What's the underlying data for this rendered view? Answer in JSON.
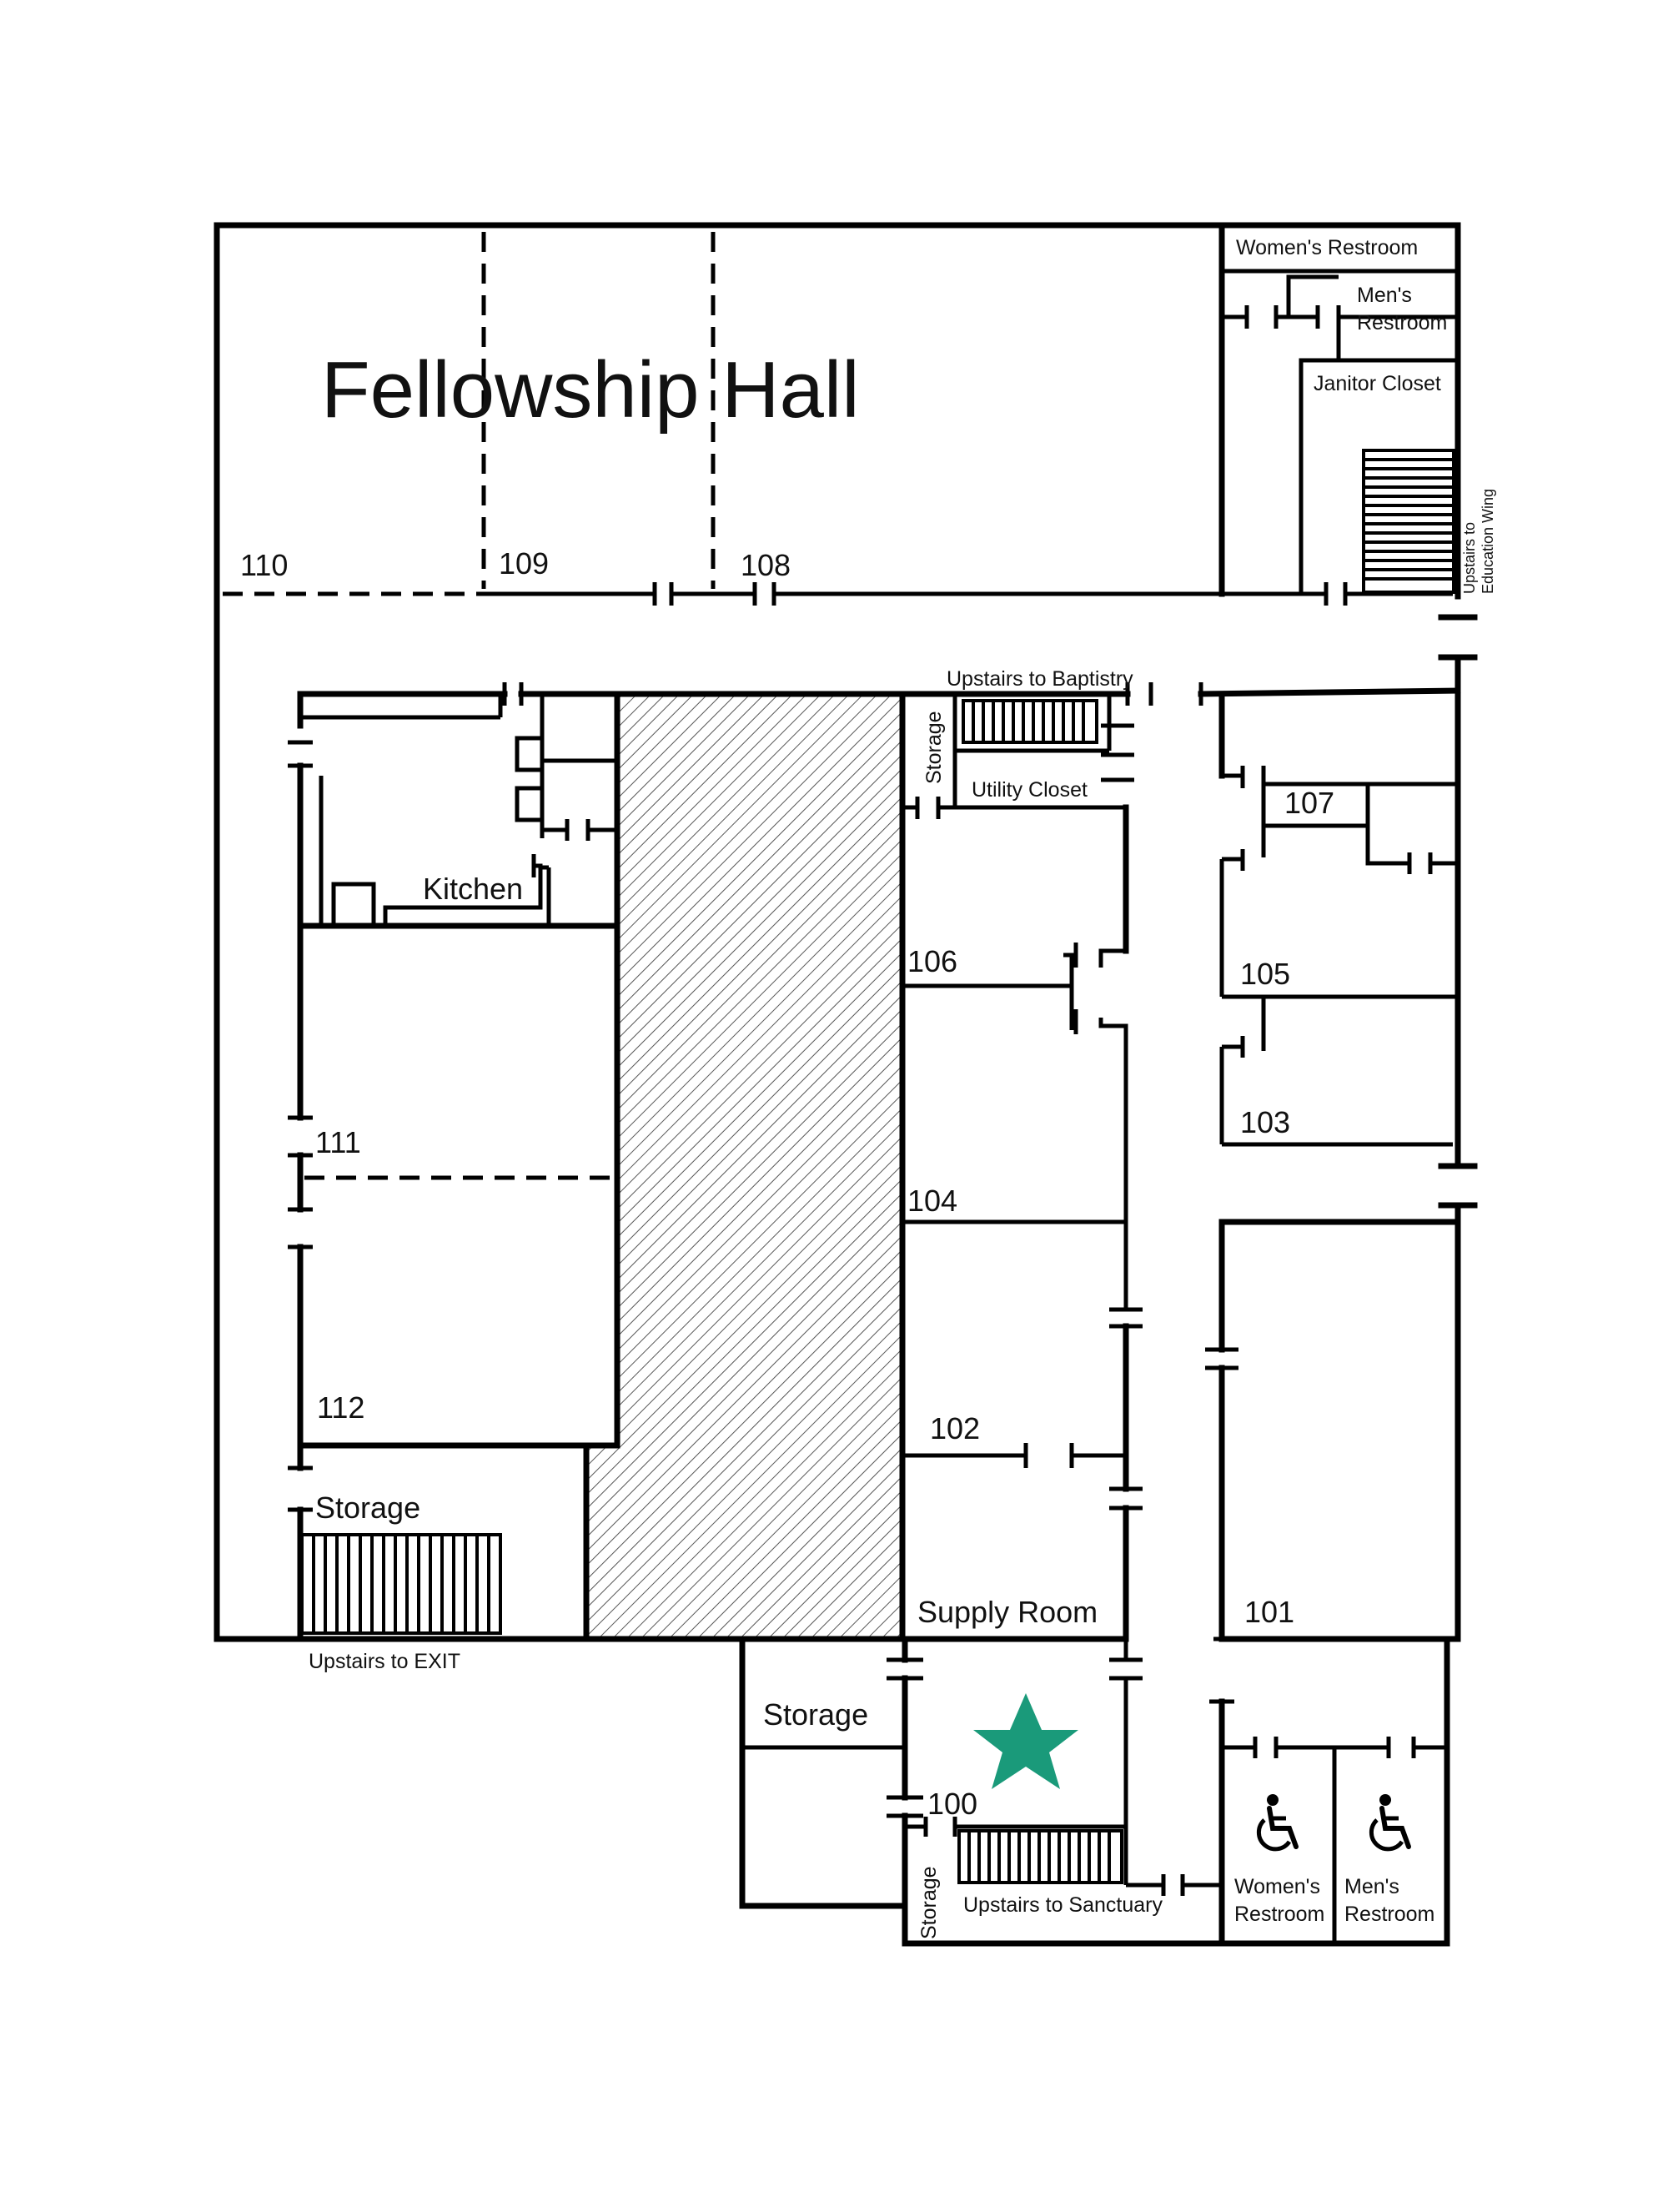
{
  "map": {
    "title": "Fellowship Hall",
    "rooms": {
      "r110": "110",
      "r109": "109",
      "r108": "108",
      "r107": "107",
      "r106": "106",
      "r105": "105",
      "r104": "104",
      "r103": "103",
      "r102": "102",
      "r101": "101",
      "r100": "100",
      "r111": "111",
      "r112": "112"
    },
    "labels": {
      "womens_restroom_top": "Women's Restroom",
      "mens_restroom_top_1": "Men's",
      "mens_restroom_top_2": "Restroom",
      "janitor_closet": "Janitor Closet",
      "upstairs_education_1": "Upstairs to",
      "upstairs_education_2": "Education Wing",
      "upstairs_baptistry": "Upstairs to Baptistry",
      "storage_vertical_top": "Storage",
      "utility_closet": "Utility Closet",
      "kitchen": "Kitchen",
      "storage_left": "Storage",
      "upstairs_exit": "Upstairs to EXIT",
      "supply_room": "Supply Room",
      "storage_bottom": "Storage",
      "storage_vertical_bottom": "Storage",
      "upstairs_sanctuary": "Upstairs to Sanctuary",
      "womens_restroom_bottom_1": "Women's",
      "womens_restroom_bottom_2": "Restroom",
      "mens_restroom_bottom_1": "Men's",
      "mens_restroom_bottom_2": "Restroom"
    },
    "icons": {
      "you_are_here": "star-icon",
      "accessible": "wheelchair-icon"
    },
    "colors": {
      "marker": "#1a9a7a",
      "walls": "#000000",
      "hatch": "#555555"
    }
  }
}
